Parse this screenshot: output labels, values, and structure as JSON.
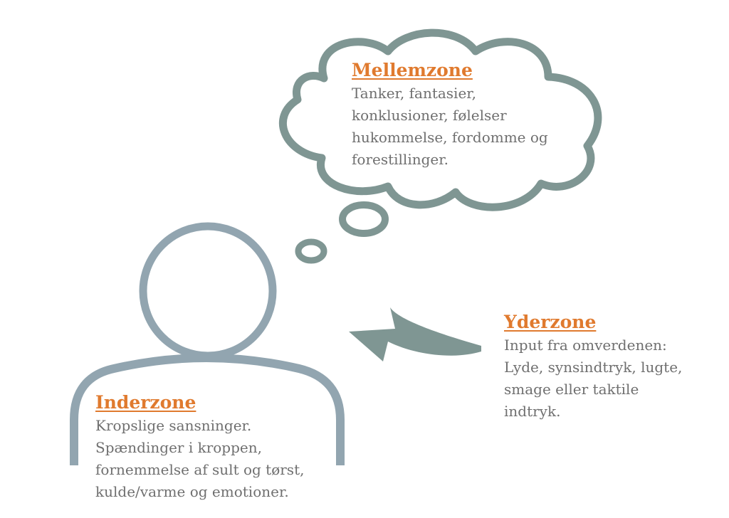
{
  "colors": {
    "accent": "#e07a2e",
    "text": "#6f6f6f",
    "cloud_stroke": "#7f9693",
    "person_stroke": "#92a5b0",
    "arrow_fill": "#7f9693"
  },
  "zones": {
    "mellem": {
      "title": "Mellemzone",
      "lines": [
        "Tanker, fantasier,",
        "konklusioner, følelser",
        "hukommelse, fordomme og",
        "forestillinger."
      ]
    },
    "yder": {
      "title": "Yderzone",
      "lines": [
        "Input fra omverdenen:",
        "Lyde, synsindtryk, lugte,",
        "smage eller taktile",
        "indtryk."
      ]
    },
    "inder": {
      "title": "Inderzone",
      "lines": [
        "Kropslige sansninger.",
        "Spændinger i kroppen,",
        "fornemmelse af sult og tørst,",
        "kulde/varme og emotioner."
      ]
    }
  }
}
